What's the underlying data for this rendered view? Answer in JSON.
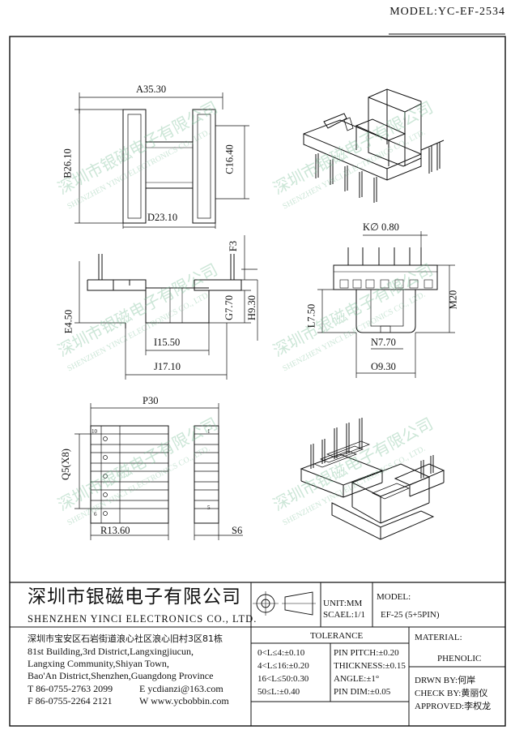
{
  "model": "MODEL:YC-EF-2534",
  "dimensions": {
    "a": "A35.30",
    "b": "B26.10",
    "c": "C16.40",
    "d": "D23.10",
    "e": "E4.50",
    "f": "F3",
    "g": "G7.70",
    "h": "H9.30",
    "i": "I15.50",
    "j": "J17.10",
    "k": "K∅ 0.80",
    "l": "L7.50",
    "m": "M20",
    "n": "N7.70",
    "o": "O9.30",
    "p": "P30",
    "q": "Q5(X8)",
    "r": "R13.60",
    "s": "S6"
  },
  "pin_labels": [
    "10",
    "6",
    "5",
    "1"
  ],
  "watermark": {
    "cn": "深圳市银磁电子有限公司",
    "en": "SHENZHEN YINCI ELECTRONICS CO., LTD."
  },
  "title_block": {
    "company_cn": "深圳市银磁电子有限公司",
    "company_en": "SHENZHEN YINCI ELECTRONICS CO., LTD.",
    "address_lines": [
      "深圳市宝安区石岩街道浪心社区浪心旧村3区81栋",
      "81st Building,3rd District,Langxingjiucun,",
      "Langxing Community,Shiyan Town,",
      "Bao'An District,Shenzhen,Guangdong Province"
    ],
    "tel": "T 86-0755-2763 2099",
    "fax": "F 86-0755-2264 2121",
    "email": "E ycdianzi@163.com",
    "web": "W www.ycbobbin.com",
    "unit": "UNIT:MM",
    "scale": "SCAEL:1/1",
    "model_label": "MODEL:",
    "model_value": "EF-25 (5+5PIN)",
    "tolerance_title": "TOLERANCE",
    "tolerances": [
      "0<L≤4:±0.10",
      "4<L≤16:±0.20",
      "16<L≤50:0.30",
      "50≤L:±0.40"
    ],
    "pin_specs": [
      "PIN PITCH:±0.20",
      "THICKNESS:±0.15",
      "ANGLE:±1°",
      "PIN DIM:±0.05"
    ],
    "material_label": "MATERIAL:",
    "material_value": "PHENOLIC",
    "drawn_by": "DRWN BY:何岸",
    "check_by": "CHECK BY:黄丽仪",
    "approved": "APPROVED:李权龙"
  },
  "colors": {
    "line": "#111111",
    "watermark": "#7cbe96"
  }
}
